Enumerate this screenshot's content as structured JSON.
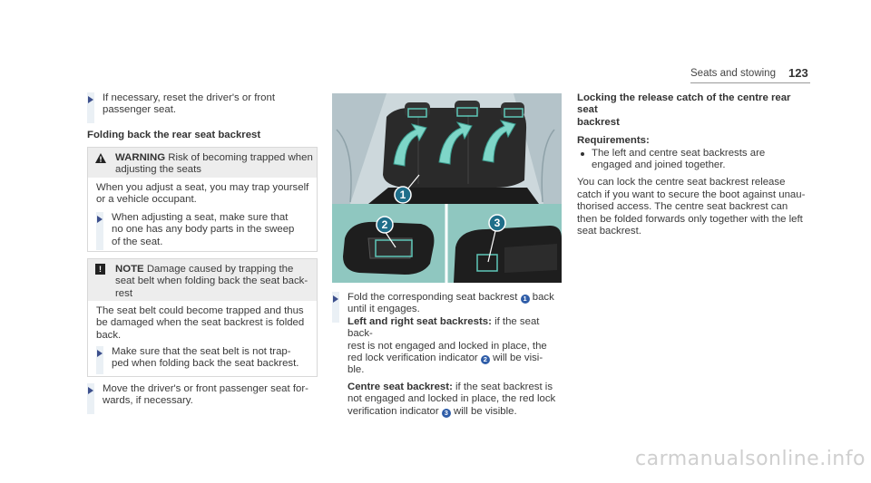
{
  "header": {
    "section": "Seats and stowing",
    "page_number": "123"
  },
  "col1": {
    "step1": [
      "If necessary, reset the driver's or front",
      "passenger seat."
    ],
    "heading": "Folding back the rear seat backrest",
    "warning": {
      "title": "WARNING",
      "head_lines": [
        "Risk of becoming trapped when",
        "adjusting the seats"
      ],
      "body": [
        "When you adjust a seat, you may trap yourself",
        "or a vehicle occupant."
      ],
      "action": [
        "When adjusting a seat, make sure that",
        "no one has any body parts in the sweep",
        "of the seat."
      ]
    },
    "note": {
      "icon": "!",
      "title": "NOTE",
      "head_lines": [
        "Damage caused by trapping the",
        "seat belt when folding back the seat back-",
        "rest"
      ],
      "body": [
        "The seat belt could become trapped and thus",
        "be damaged when the seat backrest is folded",
        "back."
      ],
      "action": [
        "Make sure that the seat belt is not trap-",
        "ped when folding back the seat backrest."
      ]
    },
    "step2": [
      "Move the driver's or front passenger seat for-",
      "wards, if necessary."
    ]
  },
  "figure": {
    "callouts": [
      "1",
      "2",
      "3"
    ]
  },
  "col2": {
    "step": [
      "Fold the corresponding seat backrest",
      "back",
      "until it engages."
    ],
    "para1": {
      "bold": "Left and right seat backrests:",
      "text": [
        "if the seat back-",
        "rest is not engaged and locked in place, the",
        "red lock verification indicator",
        "will be visi-",
        "ble."
      ]
    },
    "para2": {
      "bold": "Centre seat backrest:",
      "text": [
        "if the seat backrest is",
        "not engaged and locked in place, the red lock",
        "verification indicator",
        "will be visible."
      ]
    },
    "num1": "1",
    "num2": "2",
    "num3": "3"
  },
  "col3": {
    "heading": [
      "Locking the release catch of the centre rear seat",
      "backrest"
    ],
    "req_title": "Requirements:",
    "req_items": [
      [
        "The left and centre seat backrests are",
        "engaged and joined together."
      ]
    ],
    "body": [
      "You can lock the centre seat backrest release",
      "catch if you want to secure the boot against unau-",
      "thorised access. The centre seat backrest can",
      "then be folded forwards only together with the left",
      "seat backrest."
    ]
  },
  "watermark": "carmanualsonline.info",
  "colors": {
    "accent": "#3c4f8c",
    "callout": "#1f6e8a",
    "bar": "#eaf0f5",
    "box_head": "#ededed",
    "figure_bg": "#c8d4d9",
    "figure_panel": "#8fc7c0"
  }
}
